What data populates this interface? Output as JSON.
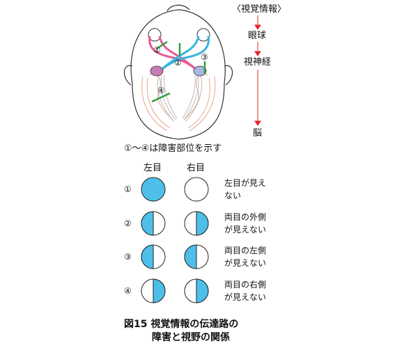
{
  "flow": {
    "source": "〈視覚情報〉",
    "step2": "眼球",
    "step3": "視神経",
    "step4": "脳"
  },
  "head_markers": [
    "①",
    "②",
    "③",
    "④"
  ],
  "legend_note": "①〜④は障害部位を示す",
  "table": {
    "col_left": "左目",
    "col_right": "右目",
    "rows": [
      {
        "num": "①",
        "desc_line1": "左目が見え",
        "desc_line2": "ない"
      },
      {
        "num": "②",
        "desc_line1": "両目の外側",
        "desc_line2": "が見えない"
      },
      {
        "num": "③",
        "desc_line1": "両目の左側",
        "desc_line2": "が見えない"
      },
      {
        "num": "④",
        "desc_line1": "両目の右側",
        "desc_line2": "が見えない"
      }
    ]
  },
  "caption": {
    "line1": "図15 視覚情報の伝達路の",
    "line2": "障害と視野の関係"
  },
  "colors": {
    "blue": "#4dbfe8",
    "pink": "#e85a9a",
    "cyan": "#35b6e0",
    "green": "#2e9e3c",
    "red": "#e0262b",
    "lobe_pink": "#c97bb8",
    "lobe_blue": "#a9b6e0"
  },
  "icon_names": [
    "head-outline-icon",
    "eye-icon",
    "optic-chiasm-icon",
    "brain-lobe-icon",
    "arrow-down-icon"
  ]
}
